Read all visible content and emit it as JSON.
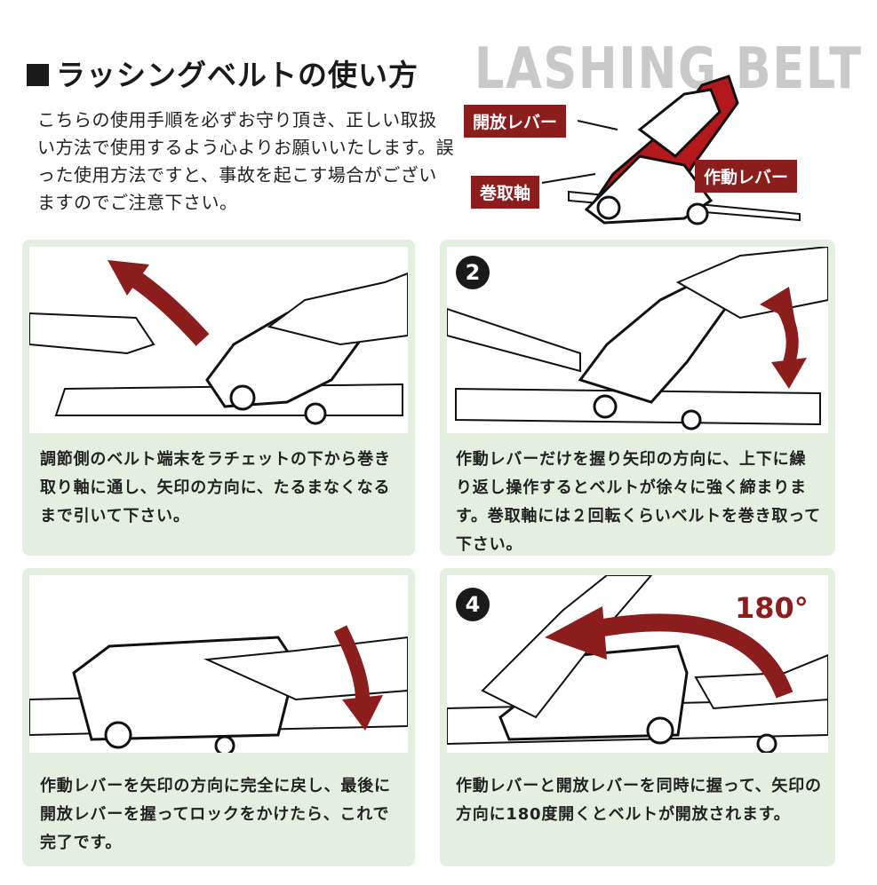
{
  "header": {
    "title": "ラッシングベルトの使い方",
    "bg_word": "LASHING BELT",
    "intro": "こちらの使用手順を必ずお守り頂き、正しい取扱い方法で使用するよう心よりお願いいたします。誤った使用方法ですと、事故を起こす場合がございますのでご注意下さい。"
  },
  "diagram": {
    "labels": {
      "release_lever": "開放レバー",
      "take_up_axle": "巻取軸",
      "operating_lever": "作動レバー"
    }
  },
  "steps": [
    {
      "number": "",
      "text": "調節側のベルト端末をラチェットの下から巻き取り軸に通し、矢印の方向に、たるまなくなるまで引いて下さい。"
    },
    {
      "number": "2",
      "text": "作動レバーだけを握り矢印の方向に、上下に繰り返し操作するとベルトが徐々に強く締まります。巻取軸には２回転くらいベルトを巻き取って下さい。"
    },
    {
      "number": "",
      "text": "作動レバーを矢印の方向に完全に戻し、最後に開放レバーを握ってロックをかけたら、これで完了です。"
    },
    {
      "number": "4",
      "text": "作動レバーと開放レバーを同時に握って、矢印の方向に180度開くとベルトが開放されます。",
      "angle_label": "180°"
    }
  ],
  "colors": {
    "accent": "#8b1d1d",
    "panel": "#e3efdf"
  }
}
